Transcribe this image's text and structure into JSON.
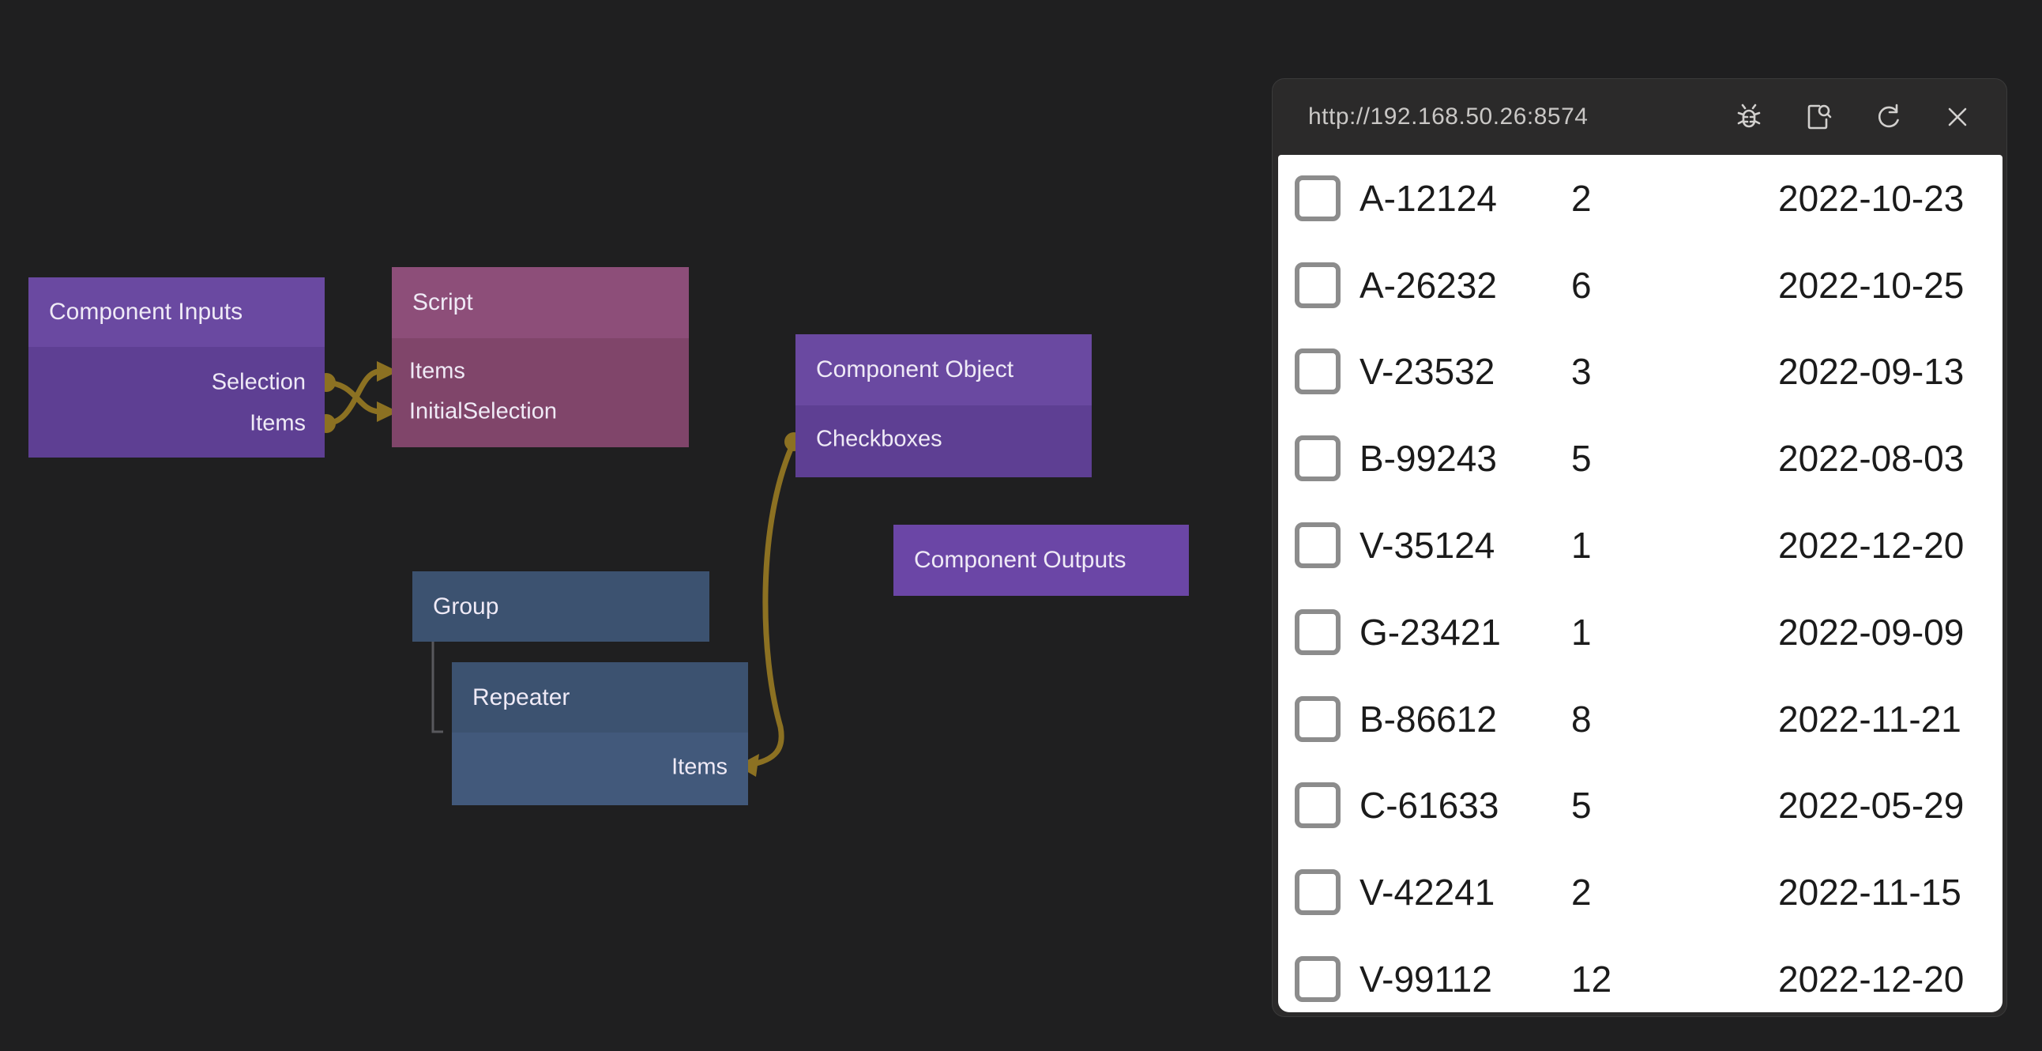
{
  "colors": {
    "background": "#1f1f20",
    "node_purple_header": "#6a49a1",
    "node_purple_body": "#5e3f93",
    "node_plum_header": "#8d4e79",
    "node_plum_body": "#80456a",
    "node_slate_header": "#3c5270",
    "node_slate_body": "#42597b",
    "wire": "#8c7122",
    "panel_bg": "#2b2a2a",
    "panel_text": "#c9c7c5",
    "table_bg": "#ffffff",
    "table_text": "#1b1b1b"
  },
  "canvas": {
    "nodes": [
      {
        "title": "Component Inputs",
        "ports": [
          {
            "name": "Selection"
          },
          {
            "name": "Items"
          }
        ]
      },
      {
        "title": "Script",
        "ports": [
          {
            "name": "Items"
          },
          {
            "name": "InitialSelection"
          }
        ]
      },
      {
        "title": "Component Object",
        "ports": [
          {
            "name": "Checkboxes"
          }
        ]
      },
      {
        "title": "Component Outputs",
        "ports": []
      },
      {
        "title": "Group",
        "ports": []
      },
      {
        "title": "Repeater",
        "ports": [
          {
            "name": "Items"
          }
        ]
      }
    ]
  },
  "browser": {
    "url": "http://192.168.50.26:8574",
    "icons": [
      "bug-icon",
      "page-search-icon",
      "refresh-icon",
      "close-icon"
    ],
    "rows": [
      {
        "id": "A-12124",
        "count": "2",
        "date": "2022-10-23"
      },
      {
        "id": "A-26232",
        "count": "6",
        "date": "2022-10-25"
      },
      {
        "id": "V-23532",
        "count": "3",
        "date": "2022-09-13"
      },
      {
        "id": "B-99243",
        "count": "5",
        "date": "2022-08-03"
      },
      {
        "id": "V-35124",
        "count": "1",
        "date": "2022-12-20"
      },
      {
        "id": "G-23421",
        "count": "1",
        "date": "2022-09-09"
      },
      {
        "id": "B-86612",
        "count": "8",
        "date": "2022-11-21"
      },
      {
        "id": "C-61633",
        "count": "5",
        "date": "2022-05-29"
      },
      {
        "id": "V-42241",
        "count": "2",
        "date": "2022-11-15"
      },
      {
        "id": "V-99112",
        "count": "12",
        "date": "2022-12-20"
      }
    ]
  }
}
